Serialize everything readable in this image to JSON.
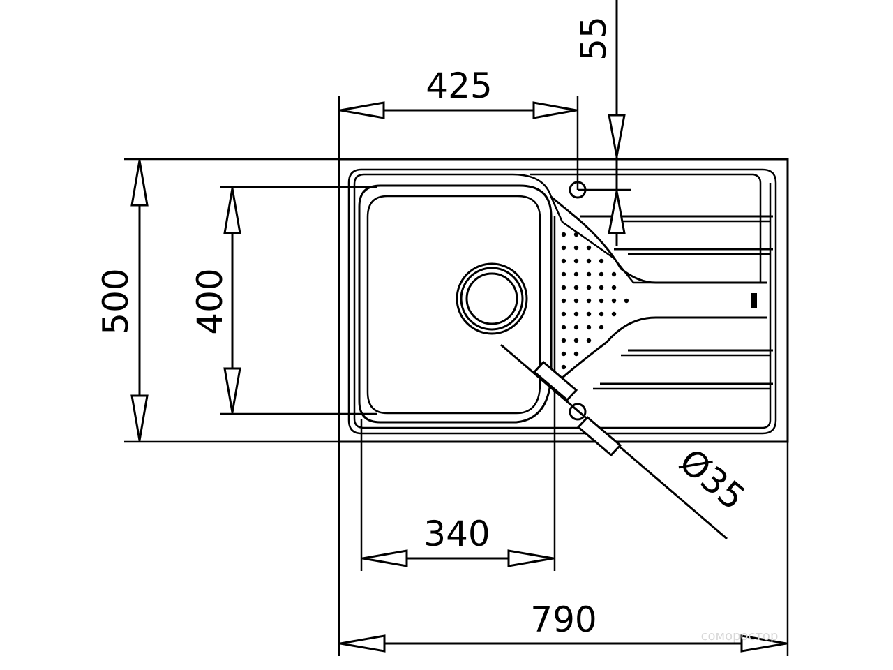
{
  "dimensions": {
    "top_inner": "425",
    "top_offset": "55",
    "left_outer": "500",
    "left_inner": "400",
    "bottom_bowl": "340",
    "bottom_total": "790",
    "hole_diameter": "Ø35"
  },
  "watermark": "соморостор"
}
